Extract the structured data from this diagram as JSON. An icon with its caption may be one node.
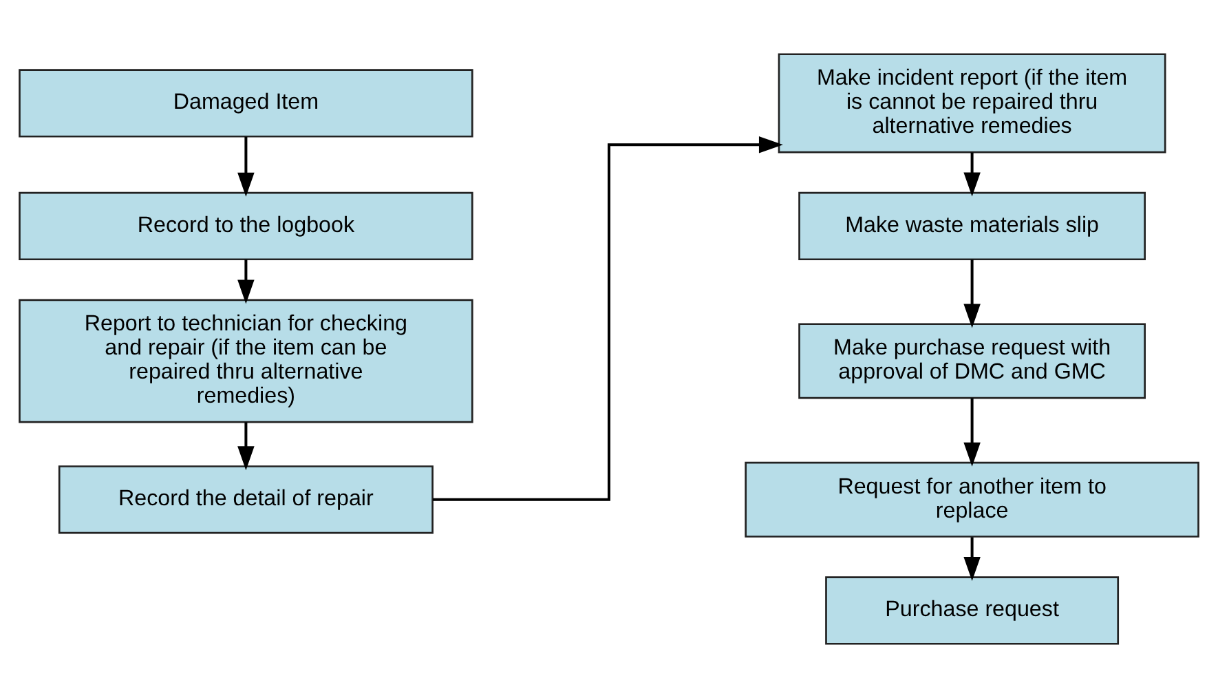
{
  "diagram": {
    "nodes": [
      {
        "text": [
          "Damaged Item"
        ]
      },
      {
        "text": [
          "Record to the logbook"
        ]
      },
      {
        "text": [
          "Report to technician for checking and repair (if the item can be repaired thru alternative remedies)"
        ]
      },
      {
        "text": [
          "Record the detail of repair"
        ]
      },
      {
        "text": [
          "Make incident report (if the item is cannot be repaired thru alternative remedies"
        ]
      },
      {
        "text": [
          "Make waste materials slip"
        ]
      },
      {
        "text": [
          "Make purchase request with approval of DMC and GMC"
        ]
      },
      {
        "text": [
          "Request for another item to replace"
        ]
      },
      {
        "text": [
          "Purchase request"
        ]
      }
    ],
    "edges": [
      {
        "from": 0,
        "to": 1,
        "arrow": "to"
      },
      {
        "from": 1,
        "to": 2,
        "arrow": "to"
      },
      {
        "from": 2,
        "to": 3,
        "arrow": "to"
      },
      {
        "from": 3,
        "to": 4,
        "arrow": "to"
      },
      {
        "from": 4,
        "to": 5,
        "arrow": "to"
      },
      {
        "from": 5,
        "to": 6,
        "arrow": "to"
      },
      {
        "from": 6,
        "to": 7,
        "arrow": "to"
      },
      {
        "from": 7,
        "to": 8,
        "arrow": "to"
      }
    ]
  }
}
